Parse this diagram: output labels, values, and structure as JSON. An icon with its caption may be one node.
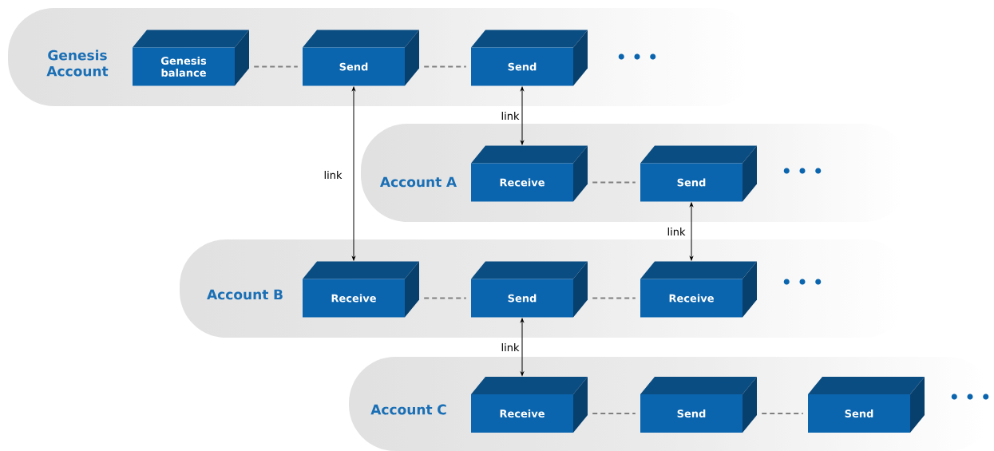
{
  "diagram": {
    "nodes": [
      {
        "text": [
          "Genesis Account"
        ]
      },
      {
        "text": [
          "Genesis balance"
        ],
        "in": 0
      },
      {
        "text": [
          "Send"
        ],
        "in": 0
      },
      {
        "text": [
          "Send"
        ],
        "in": 0
      },
      {
        "text": [
          "Account A"
        ]
      },
      {
        "text": [
          "Receive"
        ],
        "in": 4
      },
      {
        "text": [
          "Send"
        ],
        "in": 4
      },
      {
        "text": [
          "Account B"
        ]
      },
      {
        "text": [
          "Receive"
        ],
        "in": 7
      },
      {
        "text": [
          "Send"
        ],
        "in": 7
      },
      {
        "text": [
          "Receive"
        ],
        "in": 7
      },
      {
        "text": [
          "Account C"
        ]
      },
      {
        "text": [
          "Receive"
        ],
        "in": 11
      },
      {
        "text": [
          "Send"
        ],
        "in": 11
      },
      {
        "text": [
          "Send"
        ],
        "in": 11
      }
    ],
    "edges": [
      {
        "from": 1,
        "to": 2,
        "arrow": "none",
        "style": "dashed",
        "color": "#808080"
      },
      {
        "from": 2,
        "to": 3,
        "arrow": "none",
        "style": "dashed",
        "color": "#808080"
      },
      {
        "from": 5,
        "to": 6,
        "arrow": "none",
        "style": "dashed",
        "color": "#808080"
      },
      {
        "from": 8,
        "to": 9,
        "arrow": "none",
        "style": "dashed",
        "color": "#808080"
      },
      {
        "from": 9,
        "to": 10,
        "arrow": "none",
        "style": "dashed",
        "color": "#808080"
      },
      {
        "from": 12,
        "to": 13,
        "arrow": "none",
        "style": "dashed",
        "color": "#808080"
      },
      {
        "from": 13,
        "to": 14,
        "arrow": "none",
        "style": "dashed",
        "color": "#808080"
      },
      {
        "from": 2,
        "to": 8,
        "arrow": "both",
        "label": "link",
        "color": "#000000"
      },
      {
        "from": 3,
        "to": 5,
        "arrow": "both",
        "label": "link",
        "color": "#000000"
      },
      {
        "from": 6,
        "to": 10,
        "arrow": "both",
        "label": "link",
        "color": "#000000"
      },
      {
        "from": 9,
        "to": 12,
        "arrow": "both",
        "label": "link",
        "color": "#000000"
      }
    ],
    "labels": [
      "• • •",
      "• • •",
      "• • •",
      "• • •"
    ]
  }
}
